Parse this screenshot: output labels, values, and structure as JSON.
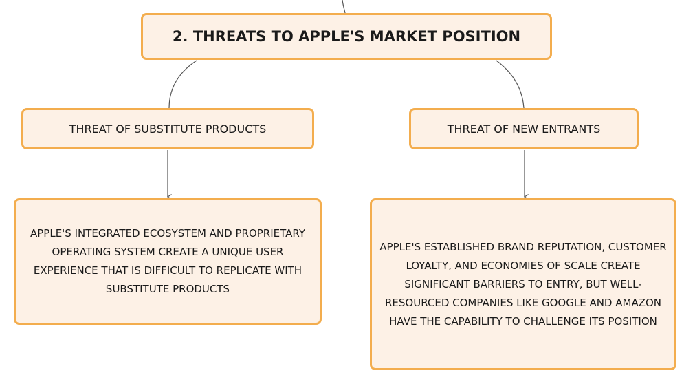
{
  "root": {
    "title": "2. THREATS TO APPLE'S MARKET POSITION"
  },
  "branches": [
    {
      "label": "THREAT OF SUBSTITUTE PRODUCTS",
      "detail": "APPLE'S INTEGRATED ECOSYSTEM AND PROPRIETARY OPERATING SYSTEM CREATE A UNIQUE USER EXPERIENCE THAT IS DIFFICULT TO REPLICATE WITH SUBSTITUTE PRODUCTS"
    },
    {
      "label": "THREAT OF NEW ENTRANTS",
      "detail": "APPLE'S ESTABLISHED BRAND REPUTATION, CUSTOMER LOYALTY, AND ECONOMIES OF SCALE CREATE SIGNIFICANT BARRIERS TO ENTRY, BUT WELL-RESOURCED COMPANIES LIKE GOOGLE AND AMAZON HAVE THE CAPABILITY TO CHALLENGE ITS POSITION"
    }
  ],
  "colors": {
    "node_fill": "#fdf1e6",
    "node_border": "#f3ad4e",
    "connector": "#555555"
  }
}
